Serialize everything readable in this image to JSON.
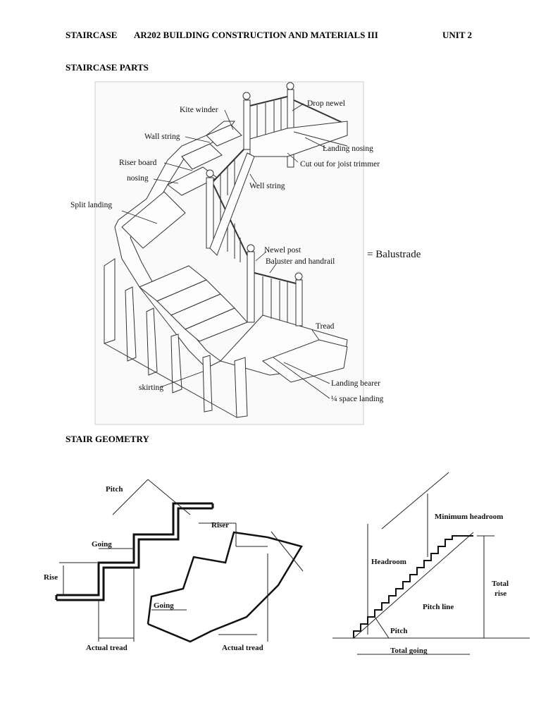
{
  "header": {
    "left": "STAIRCASE",
    "course": "AR202  BUILDING CONSTRUCTION AND MATERIALS III",
    "unit": "UNIT 2"
  },
  "sections": {
    "parts_title": "STAIRCASE PARTS",
    "geometry_title": "STAIR GEOMETRY"
  },
  "parts_figure": {
    "labels": {
      "kite_winder": "Kite winder",
      "drop_newel": "Drop newel",
      "wall_string": "Wall string",
      "landing_nosing": "Landing nosing",
      "riser_board": "Riser board",
      "cut_out": "Cut out for joist trimmer",
      "nosing": "nosing",
      "well_string": "Well string",
      "split_landing": "Split landing",
      "newel_post": "Newel post",
      "baluster_handrail": "Baluster and handrail",
      "tread": "Tread",
      "skirting": "skirting",
      "landing_bearer": "Landing bearer",
      "quarter_landing": "¼ space landing"
    },
    "balustrade_note": "= Balustrade"
  },
  "geometry_left": {
    "labels": {
      "pitch": "Pitch",
      "riser": "Riser",
      "going": "Going",
      "rise": "Rise",
      "going2": "Going",
      "actual_tread_left": "Actual tread",
      "actual_tread_right": "Actual tread"
    }
  },
  "geometry_right": {
    "labels": {
      "minimum_headroom": "Minimum headroom",
      "headroom": "Headroom",
      "total": "Total",
      "rise": "rise",
      "pitch_line": "Pitch line",
      "pitch": "Pitch",
      "total_going": "Total going"
    }
  }
}
